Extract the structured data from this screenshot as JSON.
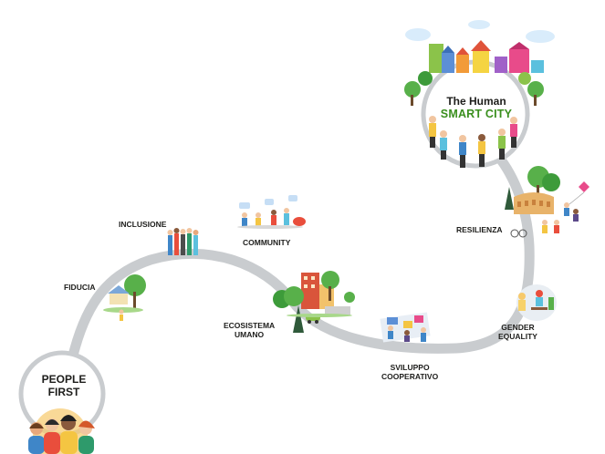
{
  "start": {
    "line1": "PEOPLE",
    "line2": "FIRST"
  },
  "destination": {
    "line1": "The Human",
    "line2": "SMART CITY"
  },
  "steps": {
    "fiducia": "FIDUCIA",
    "inclusione": "INCLUSIONE",
    "community": "COMMUNITY",
    "ecosistema": {
      "line1": "ECOSISTEMA",
      "line2": "UMANO"
    },
    "sviluppo": {
      "line1": "SVILUPPO",
      "line2": "COOPERATIVO"
    },
    "gender": {
      "line1": "GENDER",
      "line2": "EQUALITY"
    },
    "resilienza": "RESILIENZA"
  },
  "colors": {
    "path": "#c9cccf",
    "accent_green": "#3a8f1e",
    "text": "#1d1d1b"
  },
  "icons": [
    "people-group-icon",
    "house-tree-icon",
    "crowd-icon",
    "community-work-icon",
    "city-block-icon",
    "teamwork-icon",
    "women-office-icon",
    "colosseum-park-icon",
    "colorful-city-icon"
  ]
}
